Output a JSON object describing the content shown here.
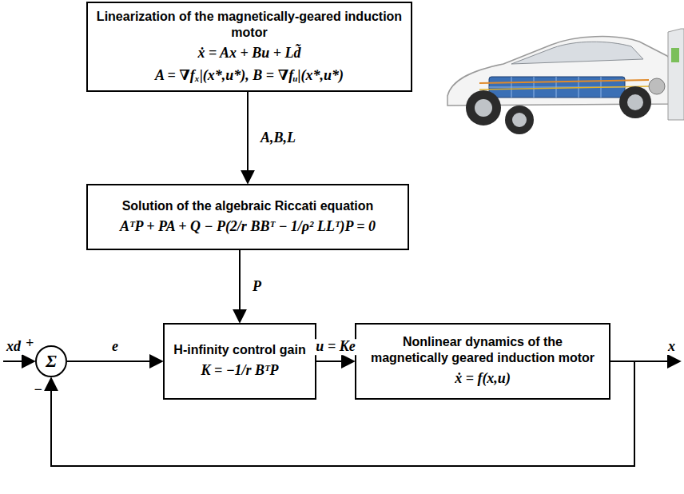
{
  "diagram": {
    "nodes": [
      {
        "text": [
          "Linearization of the magnetically-geared induction motor",
          "ẋ = Ax + Bu + Ld̃",
          "A = ∇fₓ|(x*,u*), B = ∇fᵤ|(x*,u*)"
        ]
      },
      {
        "text": [
          "Solution of the algebraic Riccati equation",
          "AᵀP + PA + Q − P(2/r BBᵀ − 1/ρ² LLᵀ)P = 0"
        ]
      },
      {
        "text": [
          "H-infinity control gain",
          "K = −1/r BᵀP"
        ]
      },
      {
        "text": [
          "Nonlinear dynamics of the magnetically geared induction motor",
          "ẋ = f(x,u)"
        ]
      },
      {
        "text": [
          "Σ"
        ]
      }
    ],
    "edges": [
      {
        "from": 0,
        "to": 1,
        "arrow": "to",
        "label": "A,B,L"
      },
      {
        "from": 1,
        "to": 2,
        "arrow": "to",
        "label": "P"
      },
      {
        "from": 4,
        "to": 2,
        "arrow": "to",
        "label": "e"
      },
      {
        "from": 2,
        "to": 3,
        "arrow": "to",
        "label": "u = Ke"
      },
      {
        "from": 3,
        "to": 4,
        "arrow": "to"
      }
    ],
    "labels": [
      "xd",
      "+",
      "−",
      "x"
    ]
  }
}
